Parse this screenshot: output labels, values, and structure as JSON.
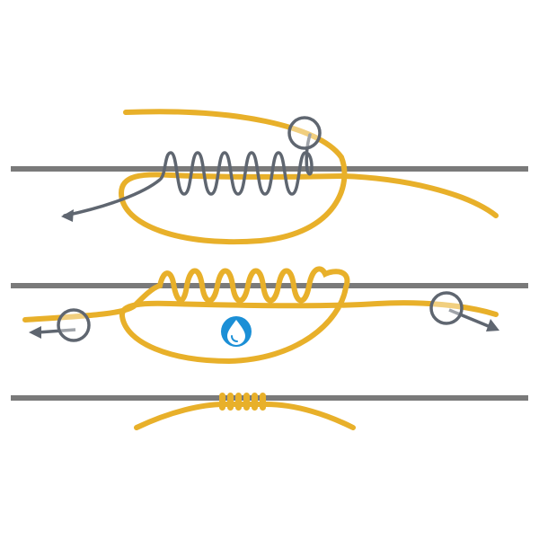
{
  "diagram": {
    "steps": [
      {
        "id": "step-1",
        "description": ""
      },
      {
        "id": "step-2",
        "description": ""
      },
      {
        "id": "step-3",
        "description": ""
      }
    ],
    "colors": {
      "background": "#ffffff",
      "main_line": "#7a7a7a",
      "tag_line": "#e8b02a",
      "wrap_line": "#5f6670",
      "arrow": "#5f6670",
      "circle_marker": "#5f6670",
      "water_icon_fill": "#1b8fd6",
      "water_icon_glyph": "#ffffff"
    },
    "icons": {
      "wet_knot": "water-drop-icon",
      "pinch_point": "circle-marker-icon",
      "pull_direction": "arrow-icon"
    }
  }
}
